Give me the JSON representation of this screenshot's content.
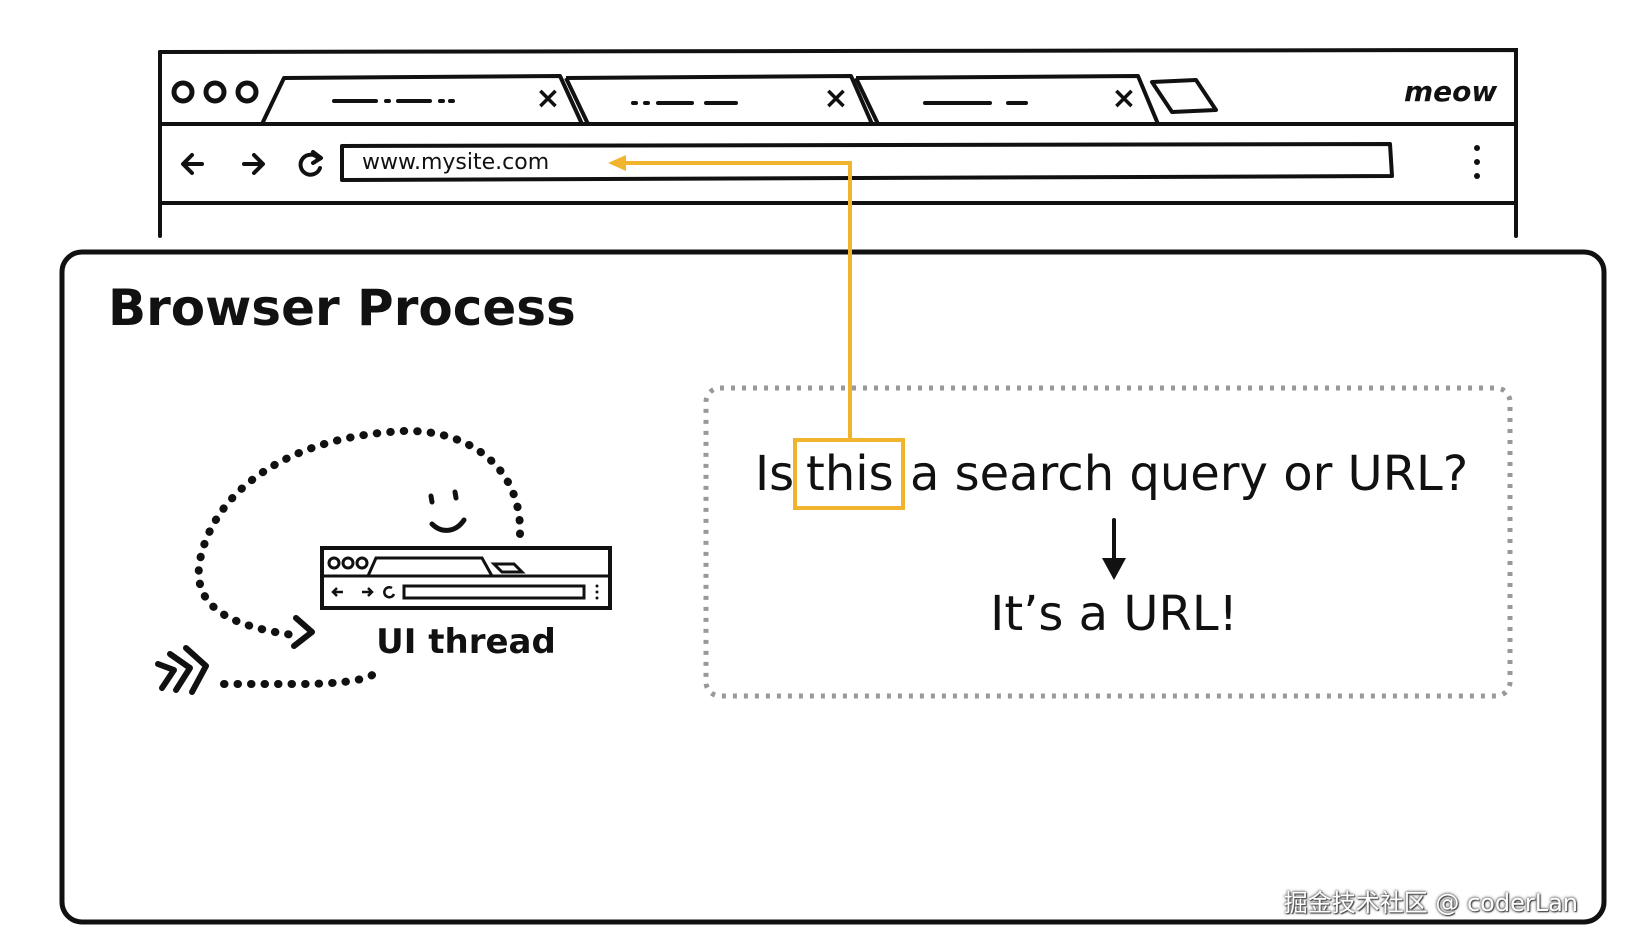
{
  "browser": {
    "window_label": "meow",
    "url": "www.mysite.com",
    "tabs": [
      {
        "close_glyph": "×"
      },
      {
        "close_glyph": "×"
      },
      {
        "close_glyph": "×"
      }
    ],
    "nav_icons": [
      "back-arrow-icon",
      "forward-arrow-icon",
      "reload-icon",
      "more-menu-icon"
    ]
  },
  "process": {
    "title": "Browser Process",
    "thread_label": "UI thread",
    "question": {
      "before": "Is",
      "highlight": "this",
      "after": "a search query or URL?"
    },
    "answer": "It’s a URL!"
  },
  "colors": {
    "accent": "#F0B42F",
    "ink": "#111111"
  },
  "watermark": "掘金技术社区 @ coderLan"
}
